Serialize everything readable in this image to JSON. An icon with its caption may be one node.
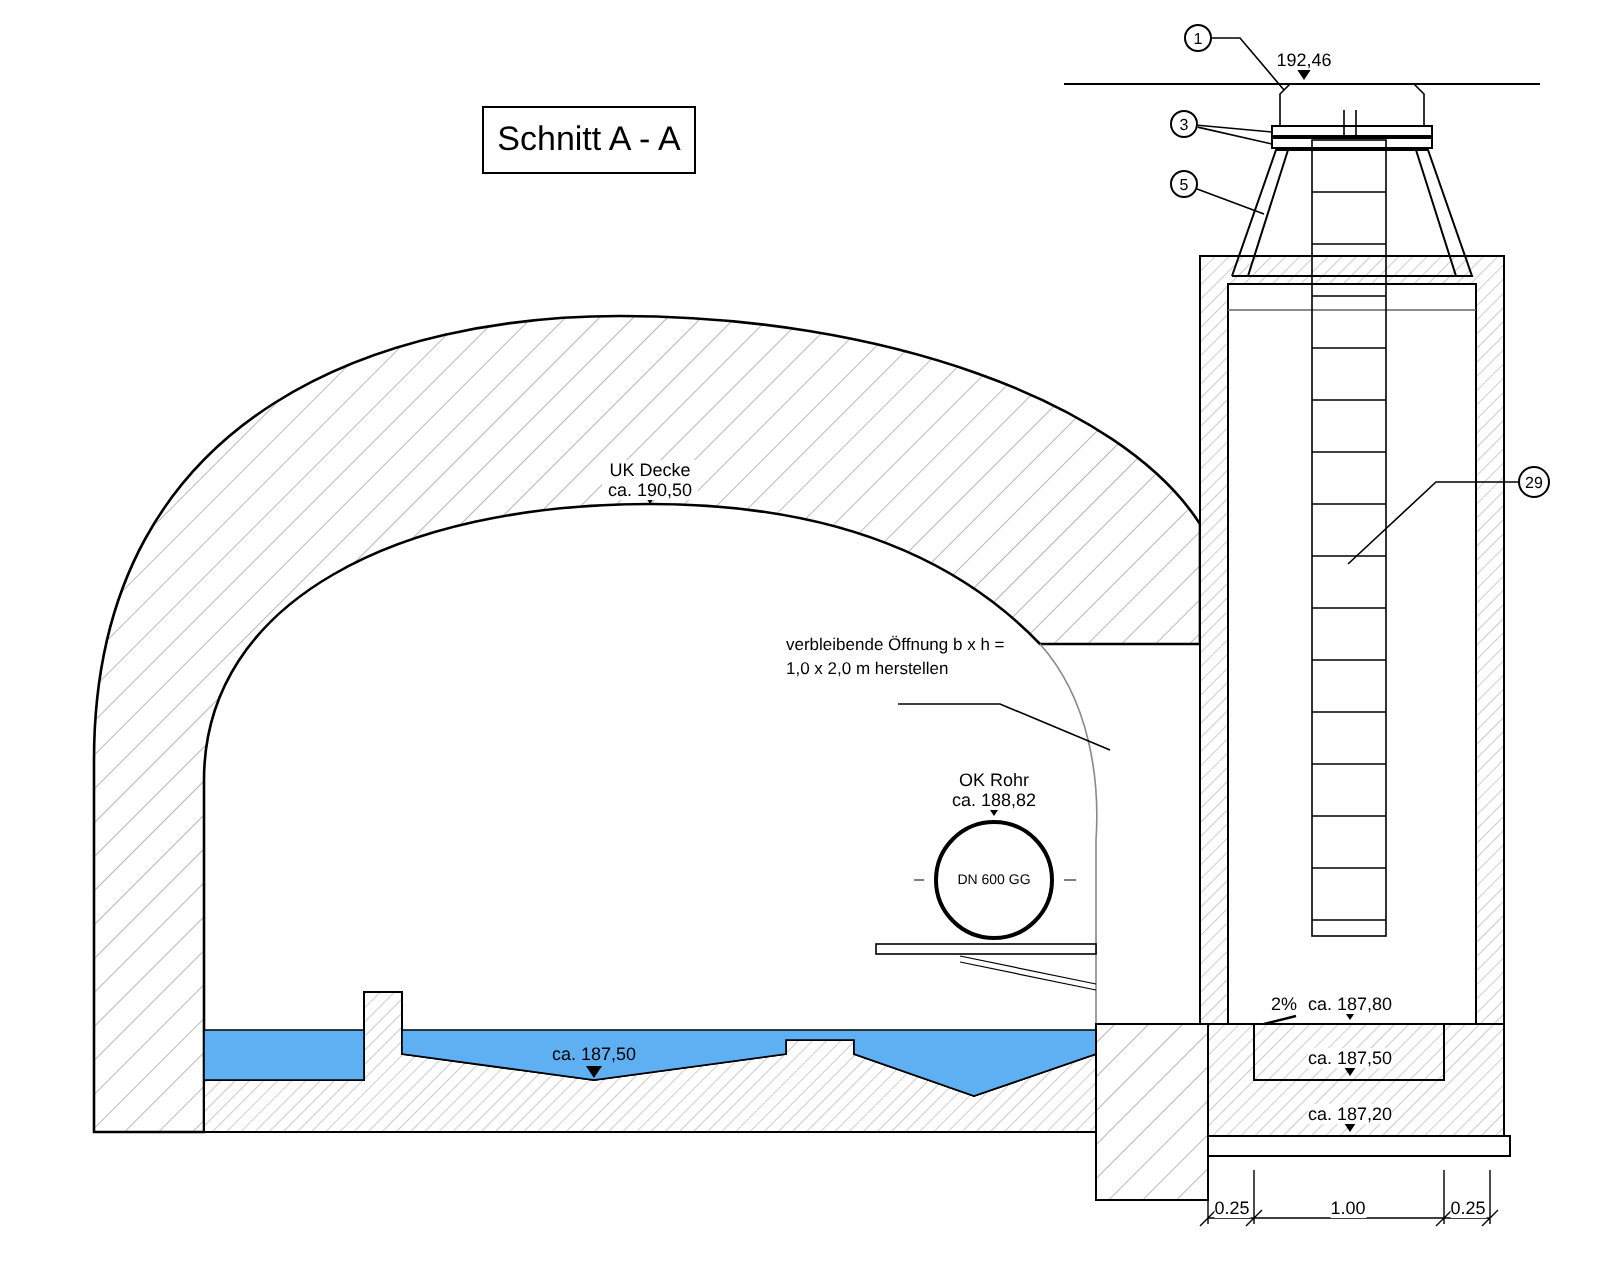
{
  "diagram": {
    "title": "Schnitt A - A",
    "nodes": [
      {
        "text": [
          "1"
        ]
      },
      {
        "text": [
          "3"
        ]
      },
      {
        "text": [
          "5"
        ]
      },
      {
        "text": [
          "29"
        ]
      },
      {
        "text": [
          "verbleibende Öffnung b x h = 1,0 x 2,0 m herstellen"
        ]
      },
      {
        "text": [
          "DN 600 GG"
        ],
        "beside": [
          "OK Rohr ca. 188,82"
        ]
      }
    ],
    "edges": [
      {
        "from": 0,
        "to": null,
        "arrow": "none"
      },
      {
        "from": 1,
        "to": null,
        "arrow": "none"
      },
      {
        "from": 1,
        "to": null,
        "arrow": "none"
      },
      {
        "from": 2,
        "to": null,
        "arrow": "none"
      },
      {
        "from": 3,
        "to": null,
        "arrow": "none"
      },
      {
        "from": 4,
        "to": null,
        "arrow": "none"
      }
    ],
    "labels": [
      "192,46",
      "UK Decke ca. 190,50",
      "ca. 187,50",
      "2%",
      "ca. 187,80",
      "ca. 187,50",
      "ca. 187,20",
      "0.25",
      "1.00",
      "0.25"
    ]
  }
}
